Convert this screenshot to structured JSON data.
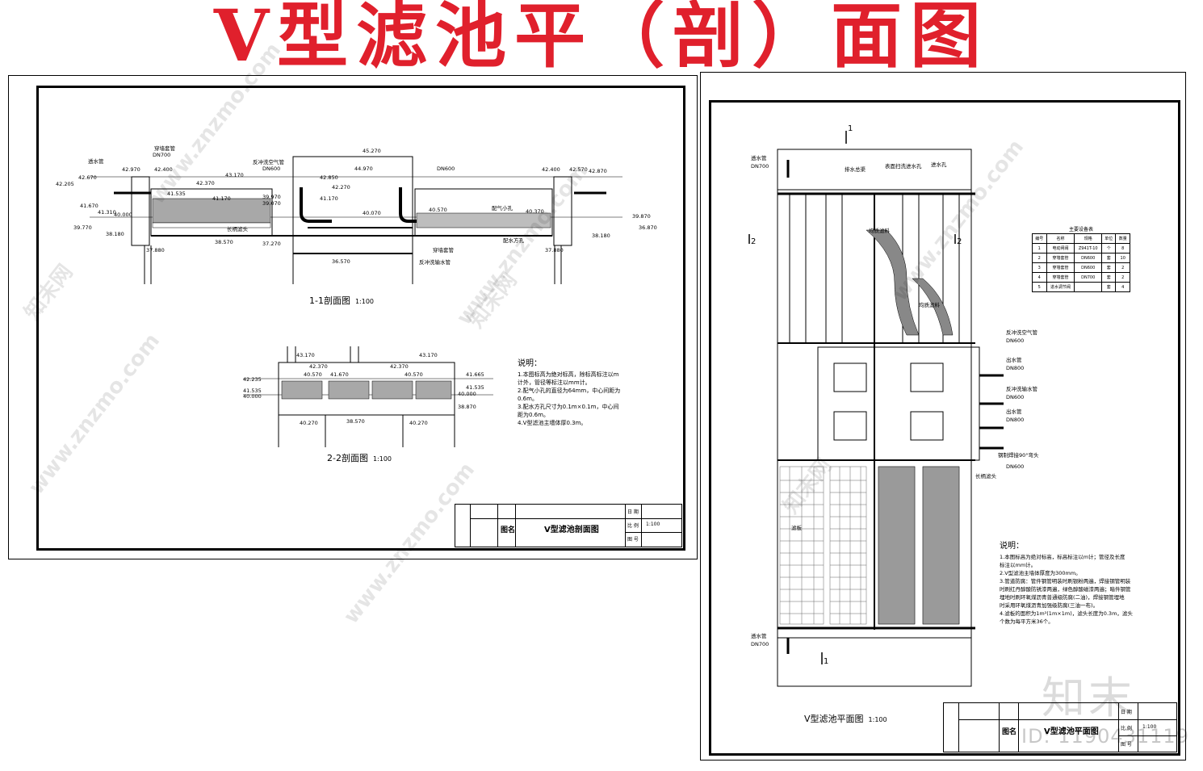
{
  "page_title": "V型滤池平（剖）面图",
  "left_sheet": {
    "section_1": {
      "caption": "1-1剖面图",
      "scale": "1:100",
      "labels": [
        "穿墙套管",
        "DN700",
        "透水管",
        "42.970",
        "42.400",
        "42.670",
        "42.205",
        "43.170",
        "42.370",
        "41.535",
        "41.170",
        "41.670",
        "41.310",
        "40.000",
        "39.770",
        "38.180",
        "37.880",
        "38.570",
        "37.270",
        "39.970",
        "39.070",
        "反冲洗空气管",
        "DN600",
        "42.850",
        "42.270",
        "41.170",
        "45.270",
        "44.970",
        "40.070",
        "40.570",
        "配气小孔",
        "配水方孔",
        "40.370",
        "DN600",
        "36.570",
        "穿墙套管",
        "反冲洗输水管",
        "42.400",
        "42.570",
        "42.870",
        "39.870",
        "37.880",
        "38.180",
        "长柄滤头",
        "36.870"
      ]
    },
    "section_2": {
      "caption": "2-2剖面图",
      "scale": "1:100",
      "labels": [
        "43.170",
        "42.370",
        "42.235",
        "41.535",
        "41.670",
        "40.570",
        "41.665",
        "40.000",
        "40.270",
        "38.570",
        "38.870"
      ]
    },
    "notes": {
      "title": "说明：",
      "lines": [
        "1.本图标高为绝对标高，除标高标注以m",
        "计外，管径等标注以mm计。",
        "2.配气小孔的直径为64mm，中心间距为",
        "0.6m。",
        "3.配水方孔尺寸为0.1m×0.1m，中心间",
        "距为0.6m。",
        "4.V型滤池主墙体厚0.3m。"
      ]
    },
    "title_block": {
      "label": "图名",
      "drawing_name": "V型滤池剖面图",
      "rows": [
        "日 期",
        "比 例",
        "图 号"
      ],
      "scale": "1:100"
    }
  },
  "right_sheet": {
    "caption": "V型滤池平面图",
    "scale": "1:100",
    "section_marks": [
      "1",
      "1",
      "2",
      "2"
    ],
    "labels": [
      "透水管",
      "DN700",
      "排水总渠",
      "表面扫洗进水孔",
      "进水孔",
      "均质滤料",
      "均质滤料",
      "反冲洗空气管",
      "DN600",
      "出水管",
      "DN800",
      "反冲洗输水管",
      "DN600",
      "出水管",
      "DN800",
      "钢制焊接90°弯头",
      "DN600",
      "长柄滤头",
      "滤板",
      "透水管",
      "DN700"
    ],
    "equipment_table": {
      "title": "主要设备表",
      "headers": [
        "编号",
        "名称",
        "规格",
        "单位",
        "数量"
      ],
      "rows": [
        [
          "1",
          "电动闸阀",
          "Z941T-10",
          "个",
          "8"
        ],
        [
          "2",
          "穿墙套管",
          "DN600",
          "套",
          "10"
        ],
        [
          "3",
          "穿墙套管",
          "DN600",
          "套",
          "2"
        ],
        [
          "4",
          "穿墙套管",
          "DN700",
          "套",
          "2"
        ],
        [
          "5",
          "进水调节阀",
          "",
          "套",
          "4"
        ]
      ]
    },
    "notes": {
      "title": "说明：",
      "lines": [
        "1.本图标高为绝对标高，标高标注以m计；管径及长度",
        "标注以mm计。",
        "2.V型滤池主墙体厚度为300mm。",
        "3.管道防腐：管件钢管明装时刷银粉两遍，焊接钢管明装",
        "时刷红丹醇酸防锈漆两遍，绿色醇酸磁漆两遍；暗件钢管",
        "埋地时刷环氧煤沥青普通级防腐(二油)，焊接钢管埋地",
        "时采用环氧煤沥青加强级防腐(三油一布)。",
        "4.滤板的面积为1m²(1m×1m)，滤头长度为0.3m，滤头",
        "个数为每平方米36个。"
      ]
    },
    "title_block": {
      "label": "图名",
      "drawing_name": "V型滤池平面图",
      "rows": [
        "日 期",
        "比 例",
        "图 号"
      ],
      "scale": "1:100"
    }
  },
  "watermarks": {
    "site": "www.znzmo.com",
    "brand_cn": "知末网",
    "logo": "知末",
    "id": "ID: 1190431119"
  },
  "colors": {
    "title": "#e0202c",
    "line": "#000000",
    "watermark": "#cccccc"
  }
}
